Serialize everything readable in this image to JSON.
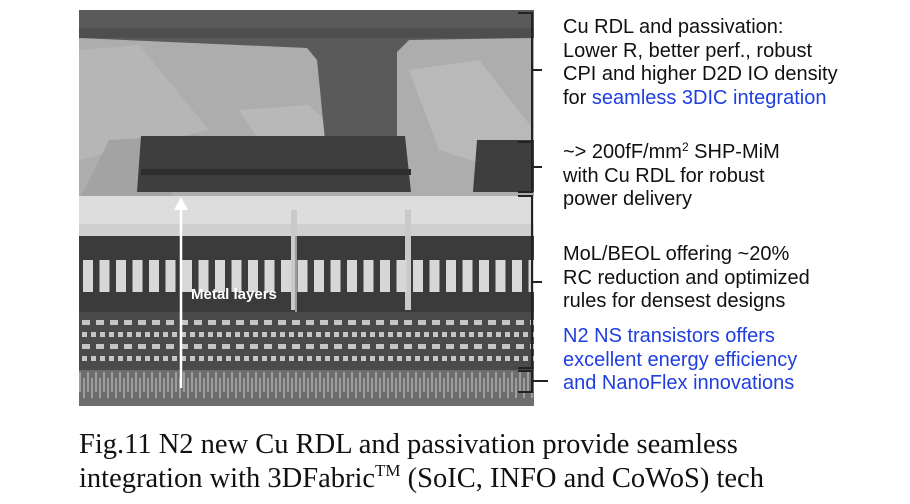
{
  "figure": {
    "metal_label": "Metal layers"
  },
  "annotations": {
    "rdl": {
      "line1": "Cu RDL and passivation:",
      "line2": "Lower R, better perf., robust",
      "line3": "CPI and higher D2D IO density",
      "line4_prefix": "for ",
      "line4_highlight": "seamless 3DIC integration"
    },
    "mim": {
      "line1_prefix": "~> 200fF/mm",
      "line1_sup": "2",
      "line1_suffix": " SHP-MiM",
      "line2": "with Cu RDL for robust",
      "line3": "power delivery"
    },
    "beol": {
      "line1": "MoL/BEOL offering ~20%",
      "line2": "RC reduction and optimized",
      "line3": "rules for densest designs"
    },
    "ns": {
      "line1": "N2 NS transistors offers",
      "line2": "excellent energy efficiency",
      "line3": "and NanoFlex innovations"
    }
  },
  "caption": {
    "line1": "Fig.11  N2 new Cu RDL and passivation provide seamless",
    "line2_prefix": "integration with 3DFabric",
    "line2_sup": "TM",
    "line2_suffix": " (SoIC, INFO and CoWoS) tech"
  },
  "colors": {
    "highlight_blue": "#1f3ee0",
    "text": "#111111"
  }
}
